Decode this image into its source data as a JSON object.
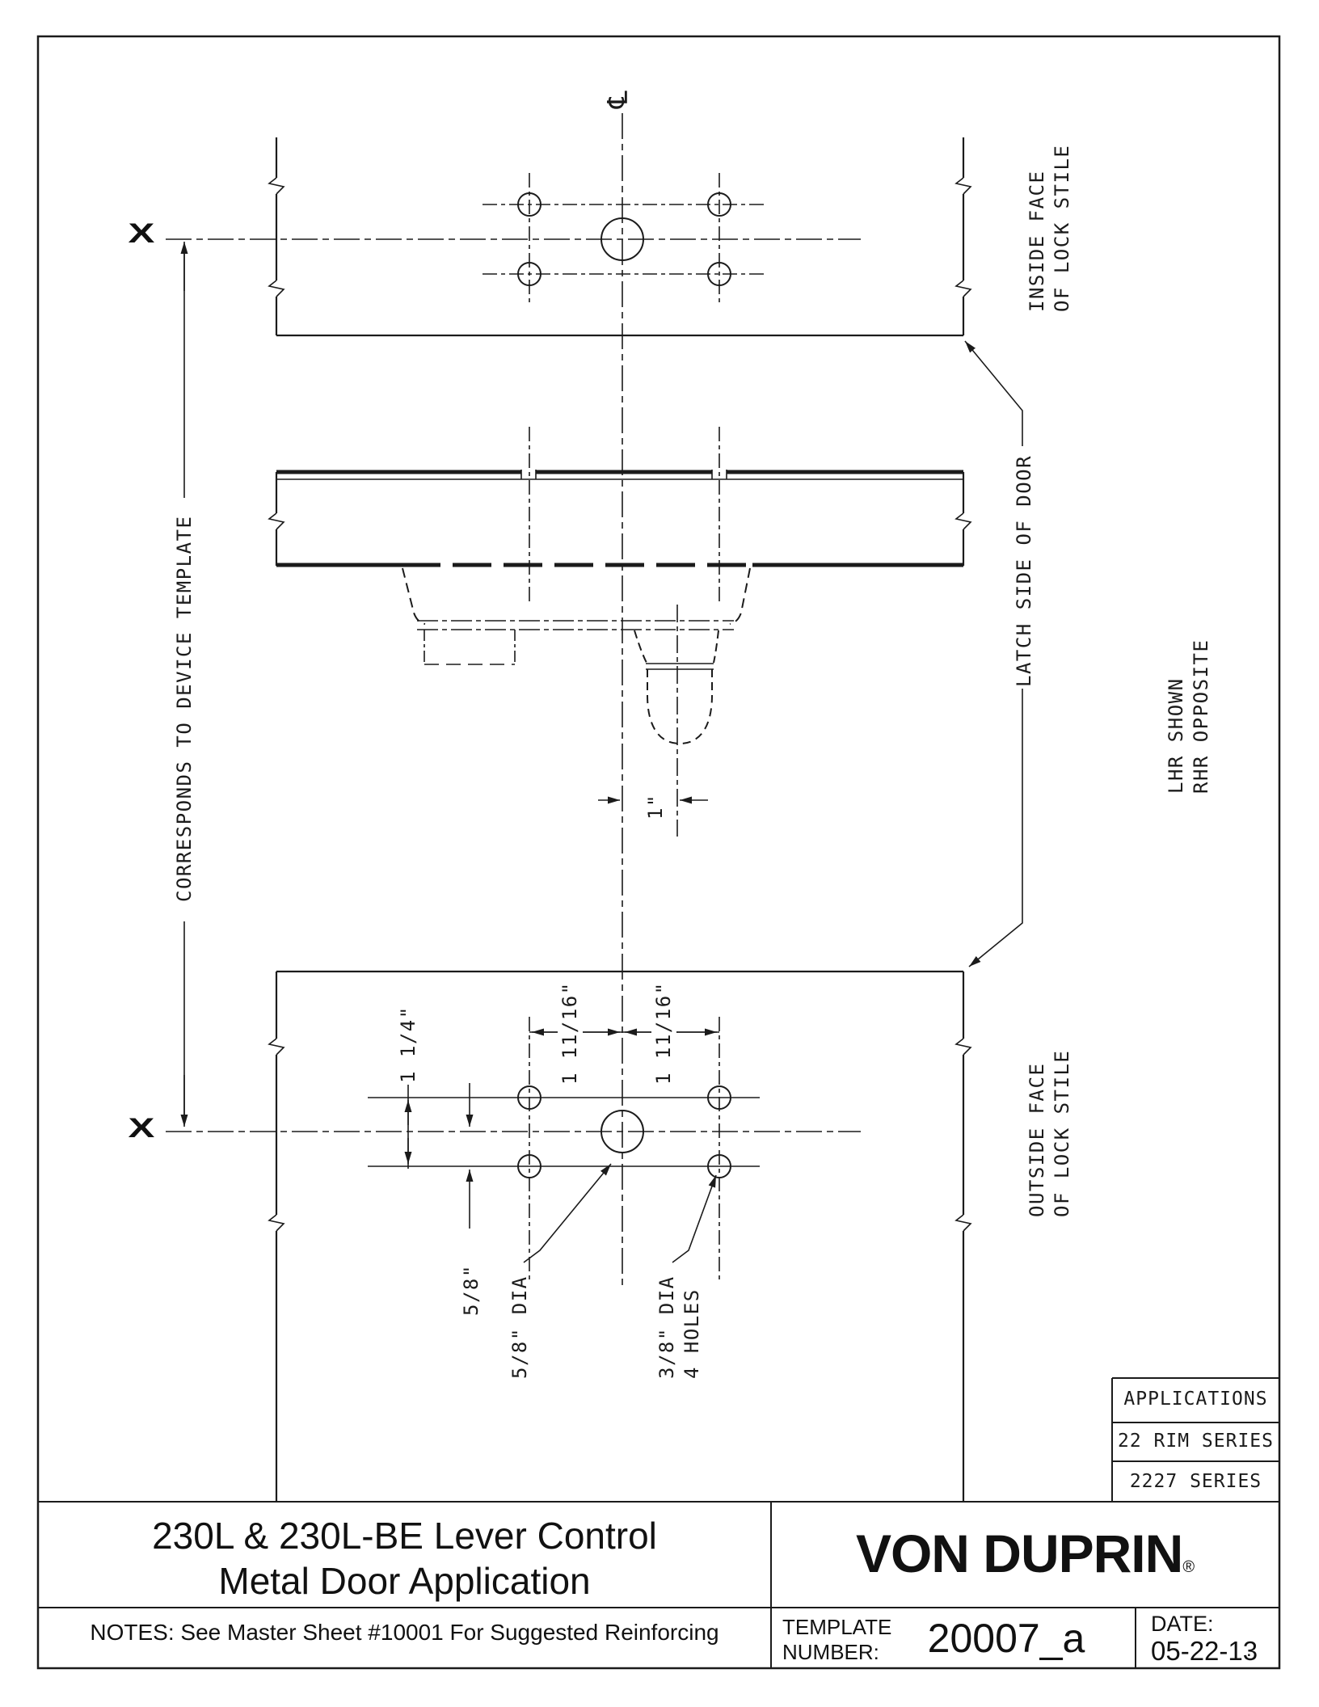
{
  "drawing": {
    "cl_symbol": "℄",
    "x_marker": "X",
    "labels": {
      "corresponds": "CORRESPONDS TO DEVICE TEMPLATE",
      "inside_face_line1": "INSIDE FACE",
      "inside_face_line2": "OF LOCK STILE",
      "latch_side": "LATCH SIDE OF DOOR",
      "lhr_line1": "LHR SHOWN",
      "lhr_line2": "RHR OPPOSITE",
      "outside_face_line1": "OUTSIDE FACE",
      "outside_face_line2": "OF LOCK STILE"
    },
    "dimensions": {
      "row_spacing": "1 1/4\"",
      "left_offset": "1 11/16\"",
      "right_offset": "1 11/16\"",
      "half_spacing": "5/8\"",
      "lever_offset": "1\"",
      "big_hole": "5/8\" DIA",
      "small_hole_line1": "3/8\" DIA",
      "small_hole_line2": "4 HOLES"
    }
  },
  "applications_table": {
    "rows": [
      "APPLICATIONS",
      "22 RIM SERIES",
      "2227 SERIES"
    ]
  },
  "title_block": {
    "title_line1": "230L & 230L-BE Lever Control",
    "title_line2": "Metal Door Application",
    "notes": "NOTES: See Master Sheet #10001 For Suggested Reinforcing",
    "brand": "VON DUPRIN",
    "registered_mark": "®",
    "template_label_line1": "TEMPLATE",
    "template_label_line2": "NUMBER:",
    "template_number": "20007_a",
    "date_label": "DATE:",
    "date_value": "05-22-13",
    "date_dot": "."
  }
}
